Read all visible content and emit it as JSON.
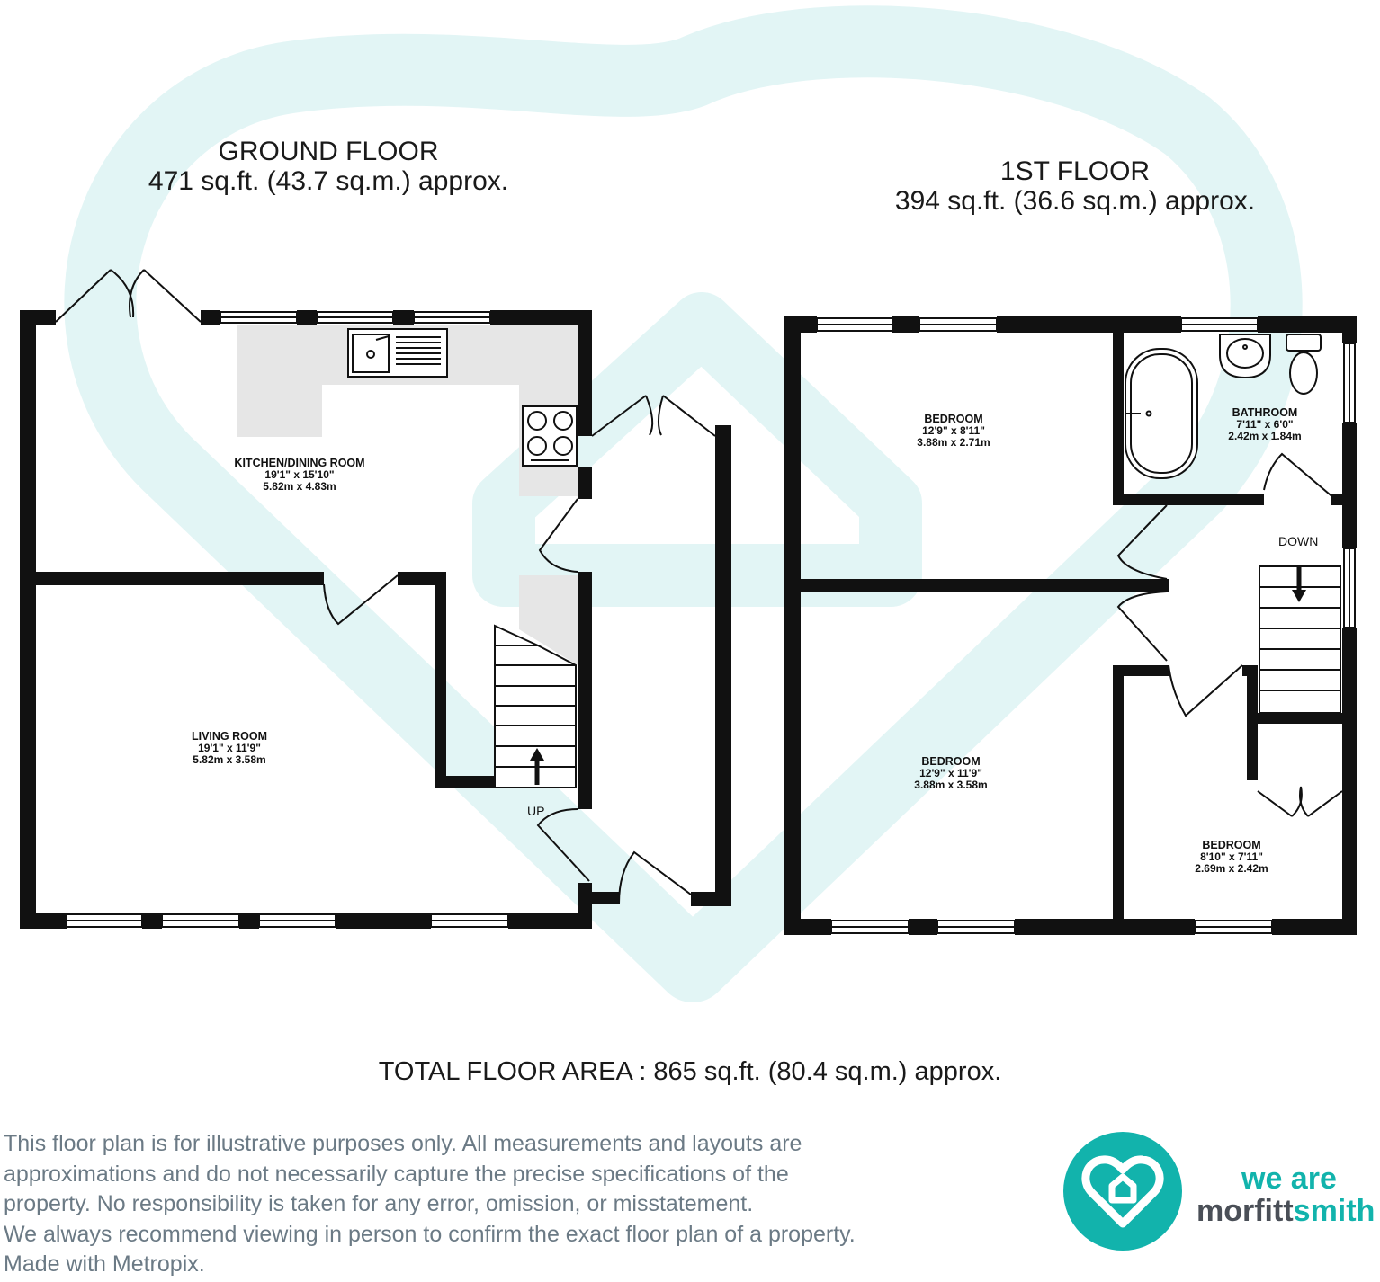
{
  "ground_floor": {
    "title": "GROUND FLOOR",
    "area": "471 sq.ft. (43.7 sq.m.) approx.",
    "rooms": [
      {
        "name": "KITCHEN/DINING ROOM",
        "imperial": "19'1\"  x 15'10\"",
        "metric": "5.82m  x 4.83m"
      },
      {
        "name": "LIVING ROOM",
        "imperial": "19'1\"  x 11'9\"",
        "metric": "5.82m  x 3.58m"
      }
    ],
    "stairs_label": "UP"
  },
  "first_floor": {
    "title": "1ST FLOOR",
    "area": "394 sq.ft. (36.6 sq.m.) approx.",
    "rooms": [
      {
        "name": "BEDROOM",
        "imperial": "12'9\"  x 8'11\"",
        "metric": "3.88m  x 2.71m"
      },
      {
        "name": "BATHROOM",
        "imperial": "7'11\"  x 6'0\"",
        "metric": "2.42m  x 1.84m"
      },
      {
        "name": "BEDROOM",
        "imperial": "12'9\"  x 11'9\"",
        "metric": "3.88m  x 3.58m"
      },
      {
        "name": "BEDROOM",
        "imperial": "8'10\"  x 7'11\"",
        "metric": "2.69m  x 2.42m"
      }
    ],
    "stairs_label": "DOWN"
  },
  "total_floor_area": "TOTAL FLOOR AREA : 865 sq.ft. (80.4 sq.m.) approx.",
  "disclaimer": [
    "This floor plan is for illustrative purposes only. All measurements and layouts are",
    "approximations and do not necessarily capture the precise specifications of the",
    "property. No responsibility is taken for any error, omission, or misstatement.",
    "We always recommend viewing in person to confirm the exact floor plan of a property.",
    "Made with Metropix."
  ],
  "logo": {
    "line1": "we are",
    "line2_part1": "morfitt",
    "line2_part2": "smith",
    "icon": "heart-house-icon"
  },
  "colors": {
    "wall": "#111111",
    "watermark": "#e2f5f5",
    "fixture_fill": "#e6e6e6",
    "brand_teal": "#12b3ac",
    "brand_grey": "#4a4f57",
    "disclaimer_text": "#6b7a85"
  }
}
